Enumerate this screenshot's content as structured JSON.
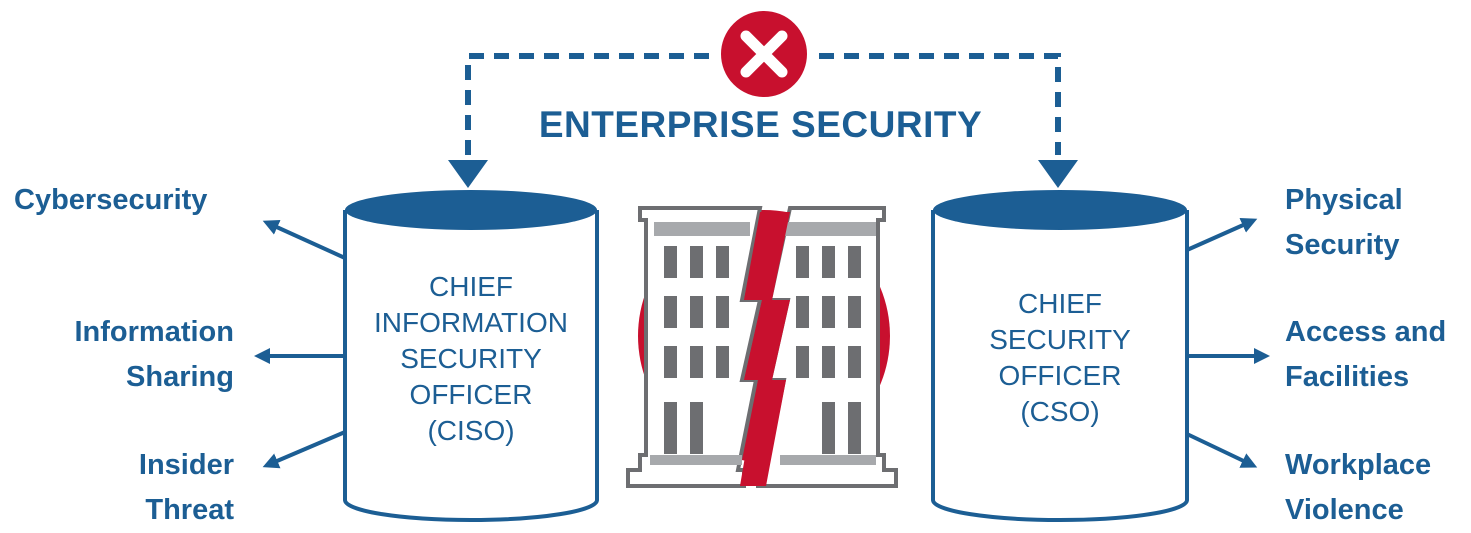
{
  "title": "ENTERPRISE SECURITY",
  "colors": {
    "blue": "#1c5e94",
    "red": "#c8102e",
    "gray": "#6d6e71",
    "light_gray": "#a7a9ac"
  },
  "conflict_icon": "x-circle-icon",
  "center_icon": "split-building-icon",
  "left_role": {
    "lines": [
      "CHIEF",
      "INFORMATION",
      "SECURITY",
      "OFFICER",
      "(CISO)"
    ]
  },
  "right_role": {
    "lines": [
      "CHIEF",
      "SECURITY",
      "OFFICER",
      "(CSO)"
    ]
  },
  "left_items": [
    {
      "lines": [
        "Cybersecurity"
      ]
    },
    {
      "lines": [
        "Information",
        "Sharing"
      ]
    },
    {
      "lines": [
        "Insider",
        "Threat"
      ]
    }
  ],
  "right_items": [
    {
      "lines": [
        "Physical",
        "Security"
      ]
    },
    {
      "lines": [
        "Access and",
        "Facilities"
      ]
    },
    {
      "lines": [
        "Workplace",
        "Violence"
      ]
    }
  ]
}
